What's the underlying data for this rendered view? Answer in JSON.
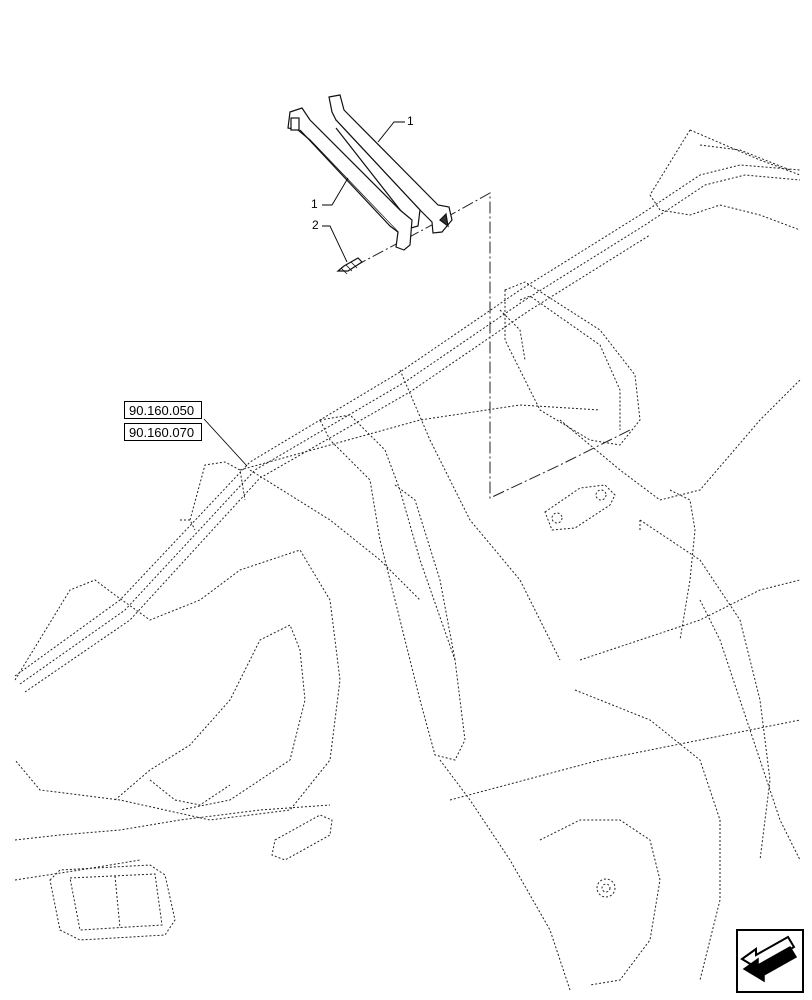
{
  "references": [
    "90.160.050",
    "90.160.070"
  ],
  "callouts": {
    "part_1_upper": "1",
    "part_1_lower": "1",
    "part_2": "2"
  },
  "icons": {
    "nav": "previous-page-arrow-icon"
  }
}
